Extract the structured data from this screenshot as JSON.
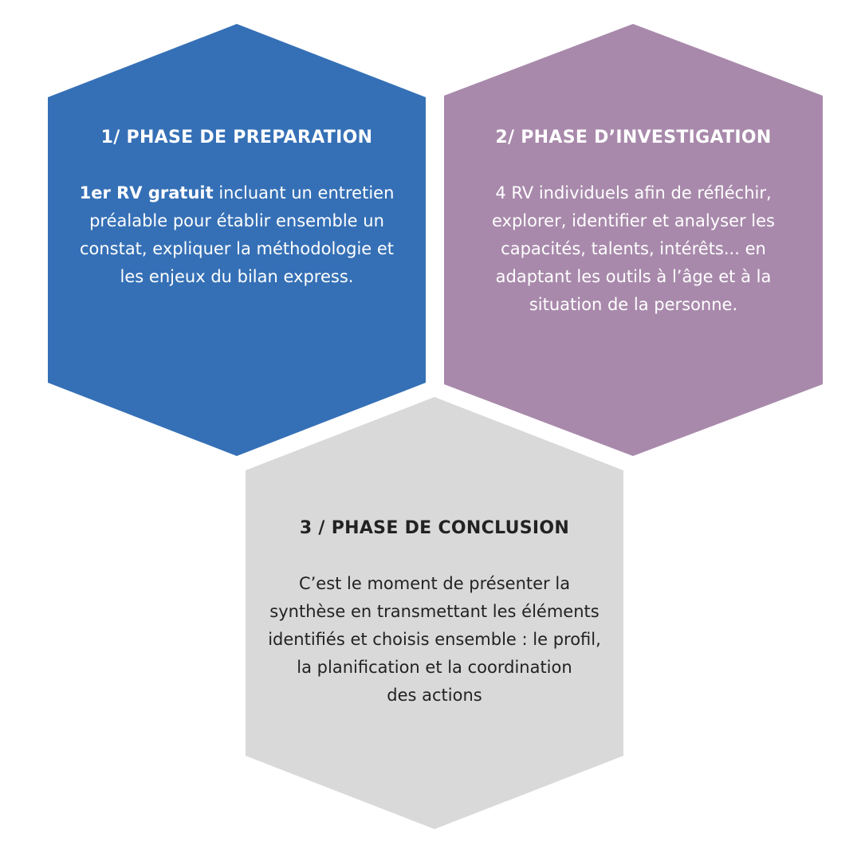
{
  "colors": {
    "phase1": "#3570b6",
    "phase2": "#a889ab",
    "phase3": "#d9d9d9",
    "text_light": "#ffffff",
    "text_dark": "#222222"
  },
  "phases": [
    {
      "title": "1/ PHASE DE PREPARATION",
      "body_strong": "1er RV gratuit",
      "body_lines": [
        " incluant un entretien",
        "préalable pour établir ensemble un",
        "constat, expliquer la méthodologie et",
        "les enjeux du bilan express."
      ]
    },
    {
      "title": "2/ PHASE D’INVESTIGATION",
      "body_lines": [
        "4 RV individuels afin de réfléchir,",
        "explorer, identifier et analyser les",
        "capacités, talents, intérêts... en",
        "adaptant les outils à l’âge et à la",
        "situation de la personne."
      ]
    },
    {
      "title": "3 / PHASE DE CONCLUSION",
      "body_lines": [
        "C’est le moment de présenter la",
        "synthèse en transmettant les éléments",
        "identifiés et choisis ensemble : le profil,",
        "la planification et la coordination",
        "des actions"
      ]
    }
  ]
}
